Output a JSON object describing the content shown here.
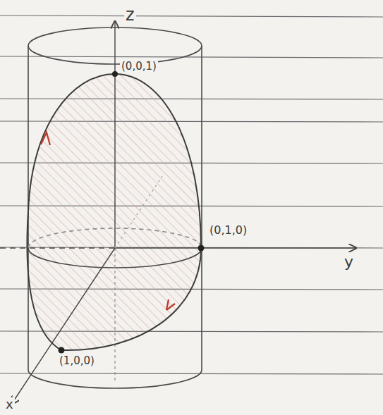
{
  "diagram": {
    "labels": [
      "z",
      "(0,0,1)",
      "(0,1,0)",
      "y",
      "(1,0,0)",
      "x"
    ]
  }
}
